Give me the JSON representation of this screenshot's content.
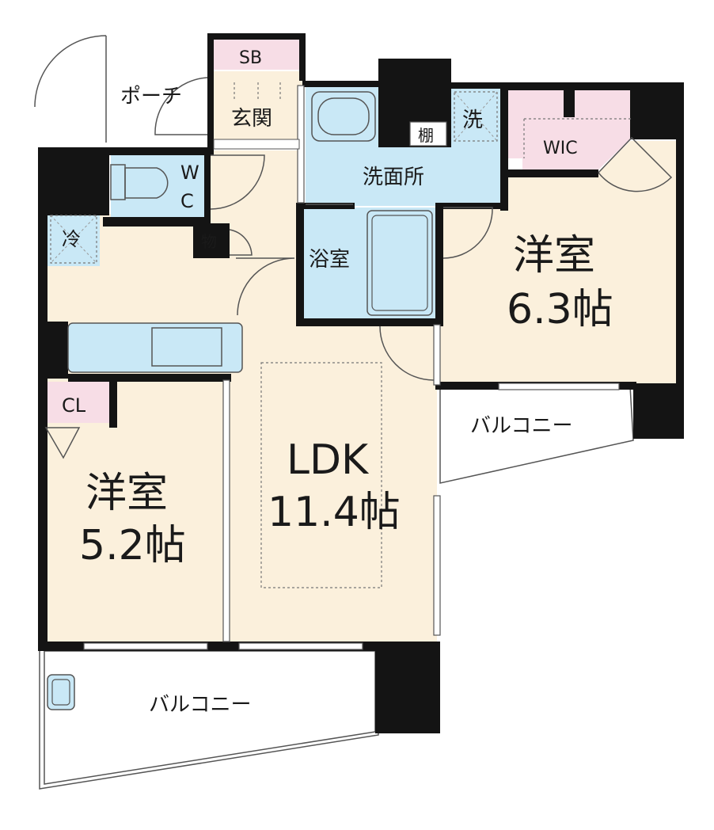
{
  "rooms": {
    "porch": "ポーチ",
    "sb": "SB",
    "entrance": "玄関",
    "wc_w": "W",
    "wc_c": "C",
    "washroom": "洗面所",
    "washer": "洗",
    "shelf": "棚",
    "wic": "WIC",
    "fridge": "冷",
    "storage": "物",
    "bath": "浴室",
    "western1_name": "洋室",
    "western1_size": "6.3帖",
    "western2_name": "洋室",
    "western2_size": "5.2帖",
    "ldk_name": "LDK",
    "ldk_size": "11.4帖",
    "closet": "CL",
    "balcony_right": "バルコニー",
    "balcony_bottom": "バルコニー"
  },
  "colors": {
    "wall": "#141414",
    "room_floor": "#fbf0dc",
    "wet_area": "#c9e8f6",
    "storage": "#f7dde6",
    "outdoor": "#ffffff"
  }
}
